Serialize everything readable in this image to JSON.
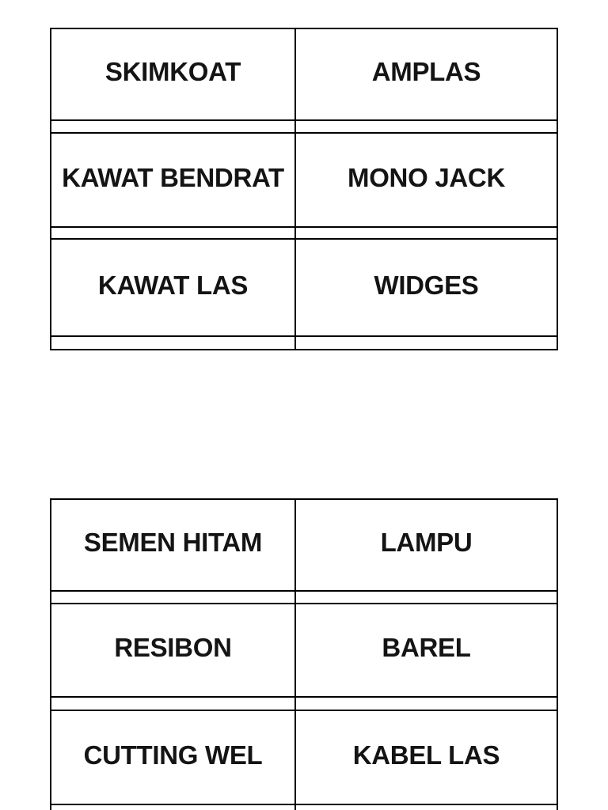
{
  "colors": {
    "background": "#ffffff",
    "border": "#000000",
    "text": "#141414"
  },
  "tables": [
    {
      "name": "top-label-table",
      "rows": [
        {
          "cells": [
            "SKIMKOAT",
            "AMPLAS"
          ]
        },
        {
          "cells": [
            "KAWAT BENDRAT",
            "MONO JACK"
          ]
        },
        {
          "cells": [
            "KAWAT LAS",
            "WIDGES"
          ]
        }
      ]
    },
    {
      "name": "bottom-label-table",
      "rows": [
        {
          "cells": [
            "SEMEN HITAM",
            "LAMPU"
          ]
        },
        {
          "cells": [
            "RESIBON",
            "BAREL"
          ]
        },
        {
          "cells": [
            "CUTTING WEL",
            "KABEL LAS"
          ]
        }
      ]
    }
  ]
}
